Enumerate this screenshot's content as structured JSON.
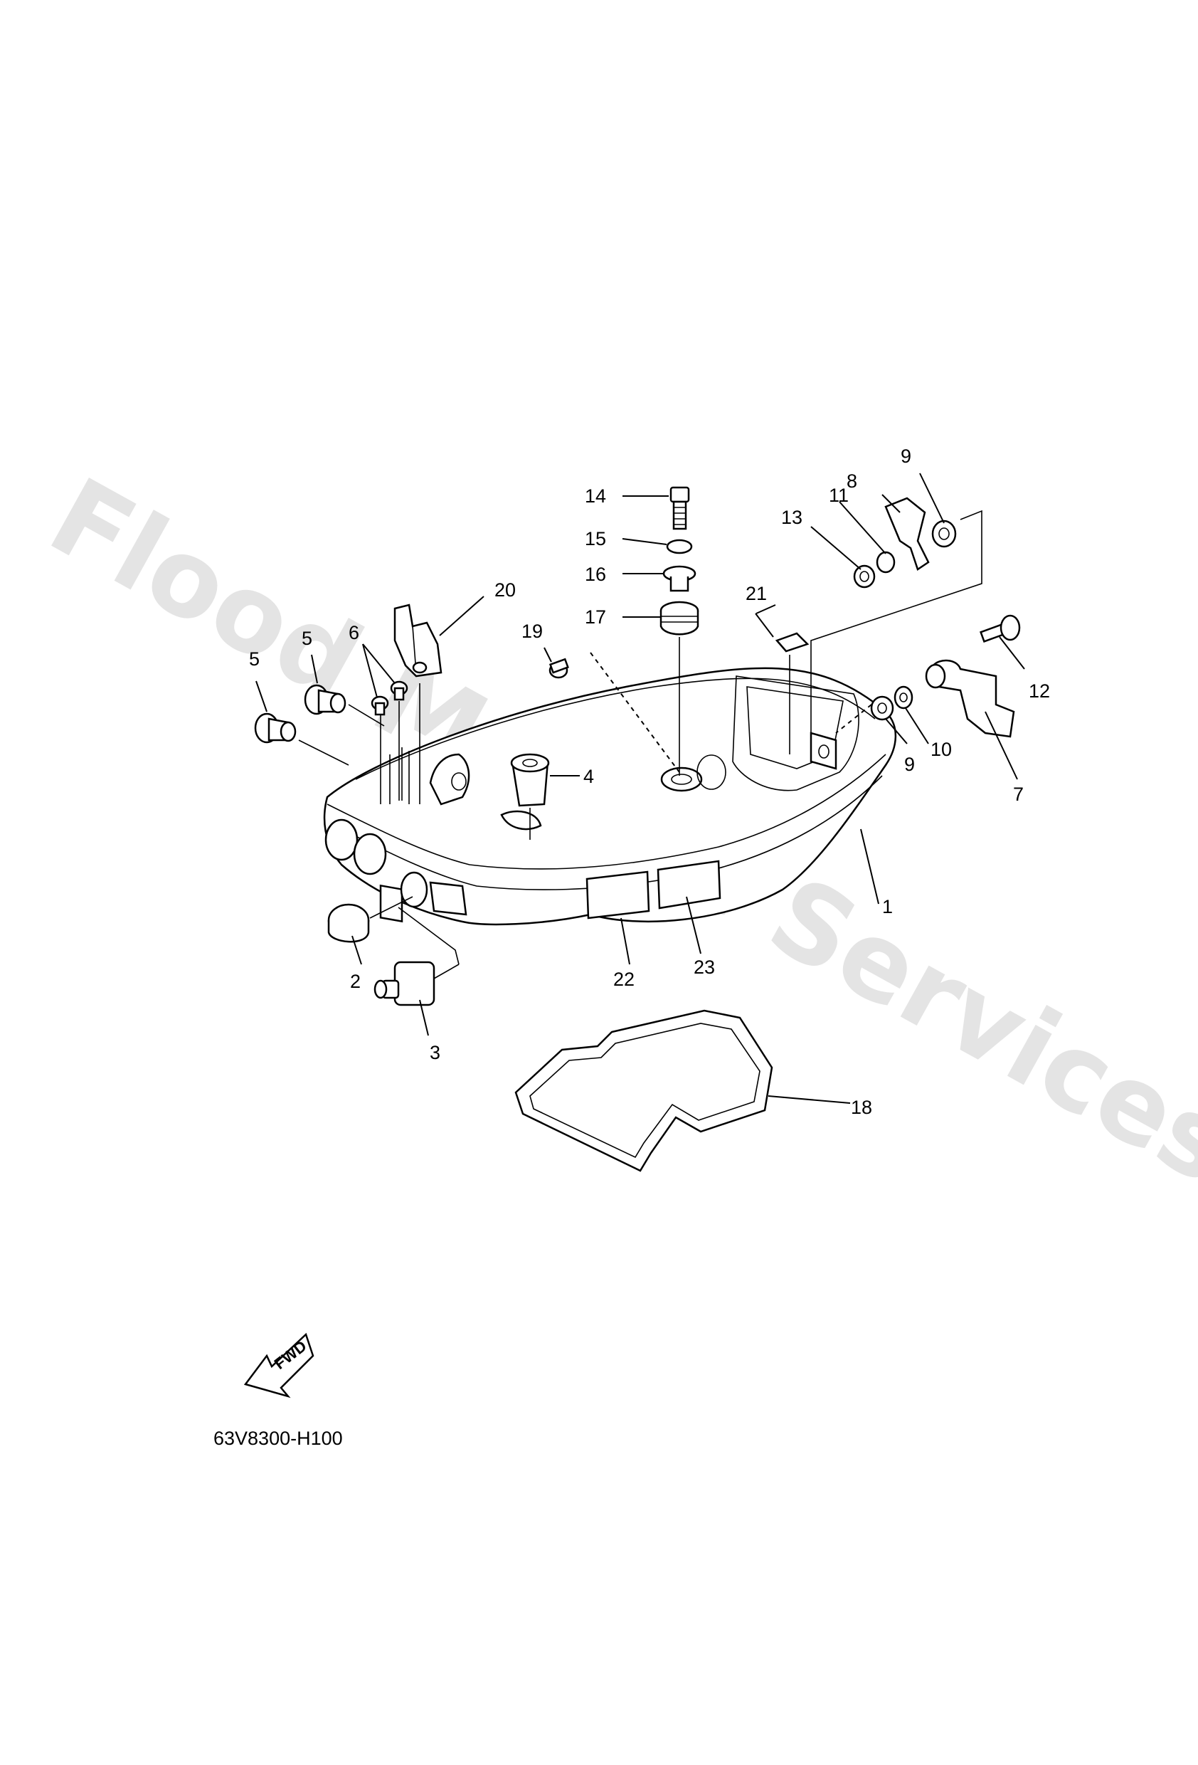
{
  "diagram": {
    "watermark": "Flood Marine Services",
    "drawing_code": "63V8300-H100",
    "fwd_label": "FWD",
    "callouts": {
      "c1": "1",
      "c2": "2",
      "c3": "3",
      "c4": "4",
      "c5a": "5",
      "c5b": "5",
      "c6": "6",
      "c7": "7",
      "c8": "8",
      "c9a": "9",
      "c9b": "9",
      "c10": "10",
      "c11": "11",
      "c12": "12",
      "c13": "13",
      "c14": "14",
      "c15": "15",
      "c16": "16",
      "c17": "17",
      "c18": "18",
      "c19": "19",
      "c20": "20",
      "c21": "21",
      "c22": "22",
      "c23": "23"
    }
  }
}
